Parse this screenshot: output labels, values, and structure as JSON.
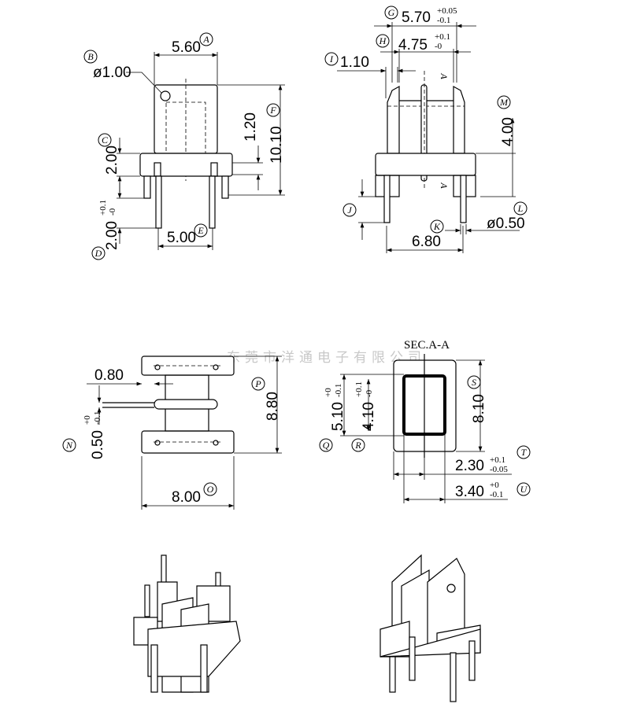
{
  "watermark": "东莞市洋通电子有限公司",
  "section_title": "SEC.A-A",
  "section_marks": {
    "a1": "A",
    "a2": "A"
  },
  "callouts": [
    "A",
    "B",
    "C",
    "D",
    "E",
    "F",
    "G",
    "H",
    "I",
    "J",
    "K",
    "L",
    "M",
    "N",
    "O",
    "P",
    "Q",
    "R",
    "S",
    "T",
    "U"
  ],
  "dims": {
    "A": {
      "value": "5.60"
    },
    "B": {
      "value": "ø1.00"
    },
    "C": {
      "value": "2.00"
    },
    "D": {
      "value": "2.00",
      "tol_plus": "+0.1",
      "tol_minus": "-0"
    },
    "E": {
      "value": "5.00"
    },
    "F": {
      "value": "10.10"
    },
    "F2": {
      "value": "1.20"
    },
    "G": {
      "value": "5.70",
      "tol_plus": "+0.05",
      "tol_minus": "-0.1"
    },
    "H": {
      "value": "4.75",
      "tol_plus": "+0.1",
      "tol_minus": "-0"
    },
    "I": {
      "value": "1.10"
    },
    "K": {
      "value": "6.80"
    },
    "L": {
      "value": "ø0.50"
    },
    "M": {
      "value": "4.00"
    },
    "N": {
      "value": "0.50",
      "tol_plus": "+0",
      "tol_minus": "-0.1"
    },
    "N2": {
      "value": "0.80"
    },
    "O": {
      "value": "8.00"
    },
    "P": {
      "value": "8.80"
    },
    "Q": {
      "value": "5.10",
      "tol_plus": "+0",
      "tol_minus": "-0.1"
    },
    "R": {
      "value": "4.10",
      "tol_plus": "+0.1",
      "tol_minus": "-0"
    },
    "S": {
      "value": "8.10"
    },
    "T": {
      "value": "2.30",
      "tol_plus": "+0.1",
      "tol_minus": "-0.05"
    },
    "U": {
      "value": "3.40",
      "tol_plus": "+0",
      "tol_minus": "-0.1"
    }
  }
}
